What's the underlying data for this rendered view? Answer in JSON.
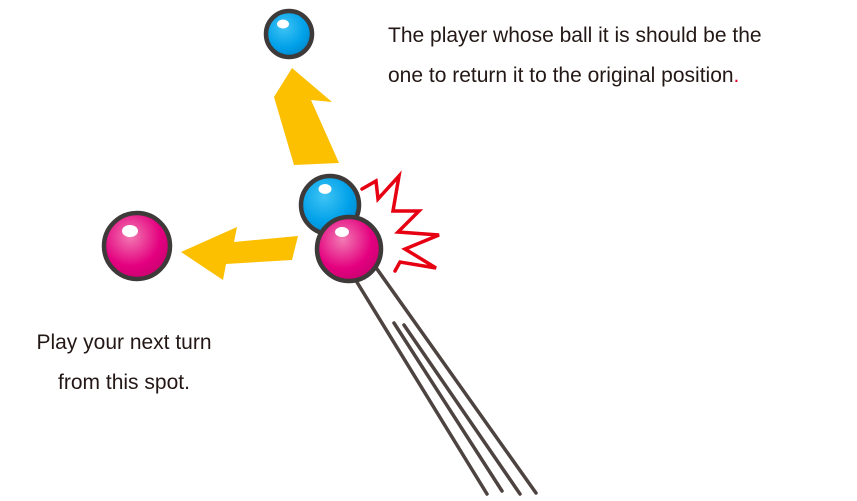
{
  "colors": {
    "cyan_ball": "#00a0e9",
    "pink_ball": "#e4007f",
    "arrow": "#fcc000",
    "impact": "#e60012",
    "outline": "#3e3a39",
    "trajectory": "#4d4340"
  },
  "captions": {
    "top": {
      "line1": "The player whose ball it is should be the",
      "line2": "one to return it to the original position",
      "period": "."
    },
    "left": {
      "line1": "Play your next turn",
      "line2": "from this spot."
    }
  }
}
